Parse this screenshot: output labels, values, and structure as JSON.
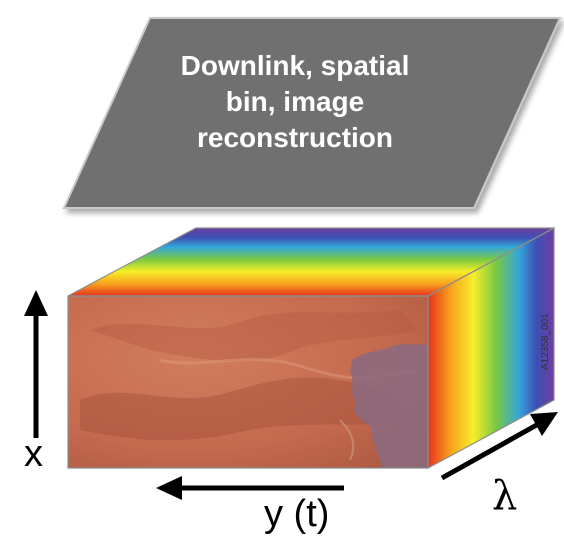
{
  "process_box": {
    "lines": [
      "Downlink, spatial",
      "bin, image",
      "reconstruction"
    ],
    "fill_color": "#6f6f6f",
    "text_color": "#ffffff"
  },
  "cube": {
    "front_face": "earth-image",
    "top_face": "spectrum-gradient",
    "side_face": "spectrum-gradient",
    "spectrum_colors": [
      "#e8321e",
      "#f7a21c",
      "#f6ee2a",
      "#7ac943",
      "#34a7d9",
      "#3d4fb4",
      "#6e3fa0"
    ]
  },
  "axes": {
    "x_label": "x",
    "y_label": "y (t)",
    "lambda_label": "λ"
  },
  "figure_id": "A12358_001"
}
